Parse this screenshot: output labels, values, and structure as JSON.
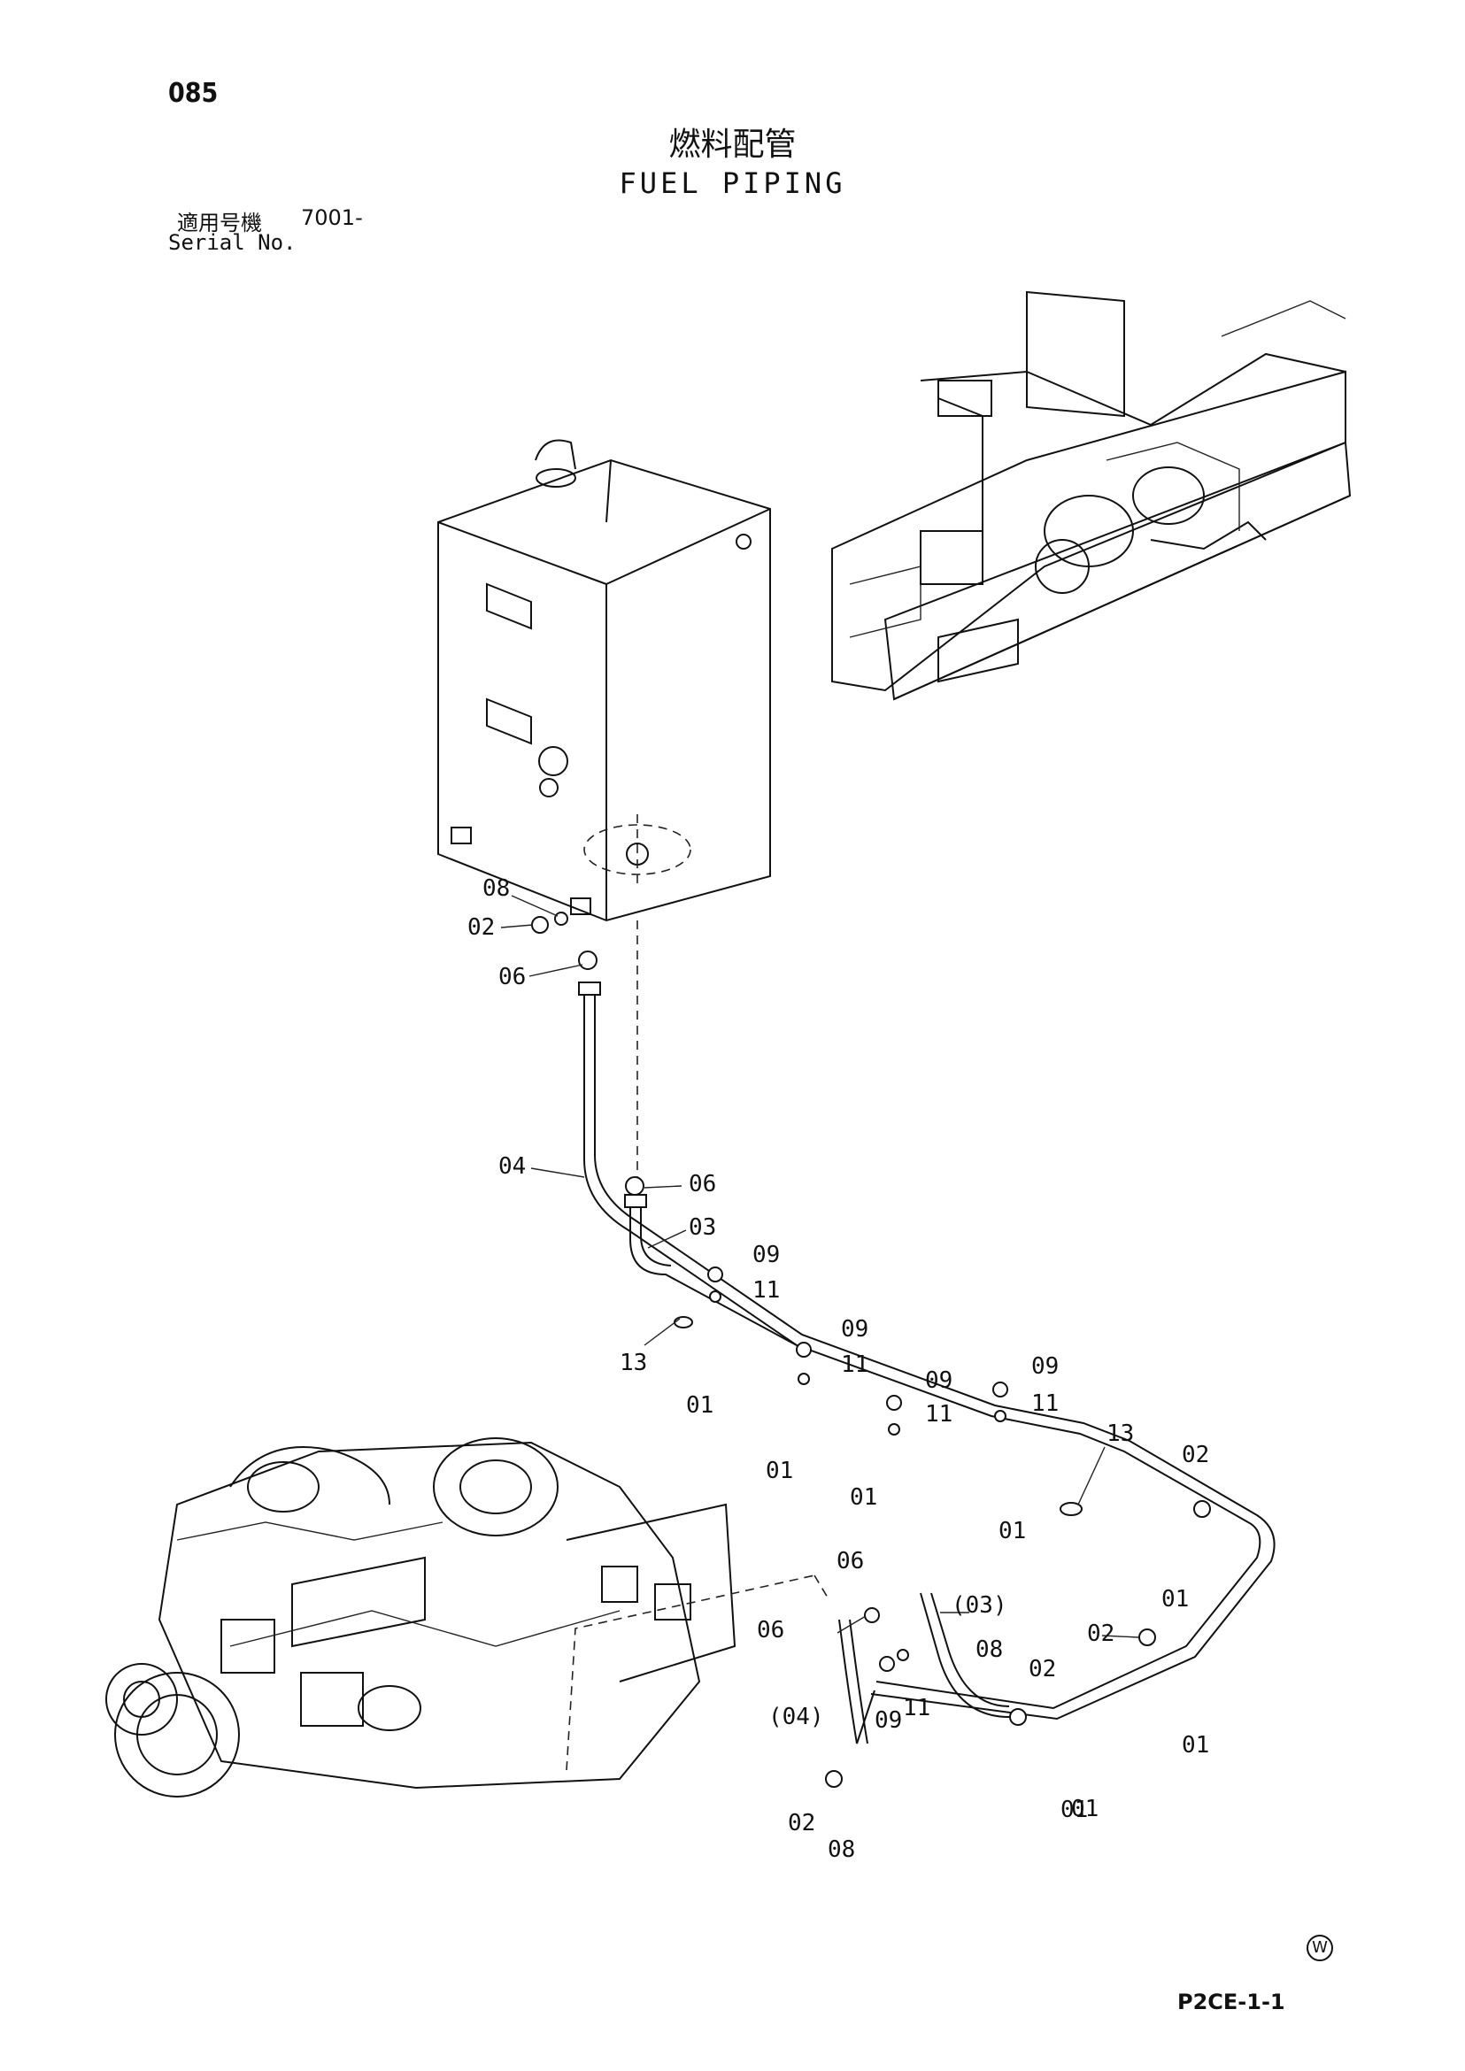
{
  "page_number": "085",
  "title_jp": "燃料配管",
  "title_en": "FUEL PIPING",
  "serial_label_jp": "適用号機",
  "serial_value": "7001-",
  "serial_label_en": "Serial No.",
  "drawing_code": "P2CE-1-1",
  "corner_mark": "W",
  "callouts": [
    "08",
    "02",
    "06",
    "04",
    "06",
    "03",
    "09",
    "11",
    "13",
    "01",
    "09",
    "11",
    "01",
    "09",
    "11",
    "01",
    "09",
    "11",
    "01",
    "13",
    "02",
    "01",
    "06",
    "06",
    "(03)",
    "08",
    "02",
    "02",
    "(04)",
    "09",
    "11",
    "01",
    "01",
    "02",
    "08",
    "01"
  ]
}
